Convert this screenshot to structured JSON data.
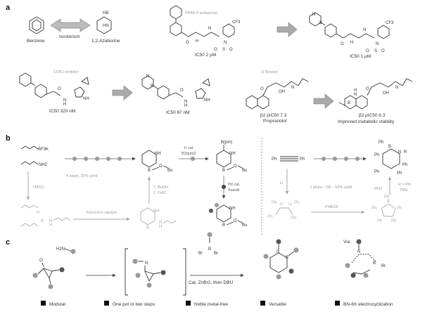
{
  "panels": {
    "a": "a",
    "b": "b",
    "c": "c"
  },
  "panel_a": {
    "benzene": "Benzene",
    "isosterism": "Isosterism",
    "azaborine": "1,2-Azaborine",
    "ppar_title": "PPAR δ antagonist",
    "ppar_ic50_1": "IC50 2 µM",
    "ppar_ic50_2": "IC50 1 µM",
    "cf3_1": "CF3",
    "cf3_2": "CF3",
    "cdk2_title": "CDK2 inhibitor",
    "cdk2_ic50_1": "IC50 320 nM",
    "cdk2_ic50_2": "IC50 87 nM",
    "beta_title": "β Blocker",
    "beta_pic_1": "β2 pIC50 7.3",
    "propranolol": "Propranolol",
    "beta_pic_2": "β2 pIC50 6.3",
    "improved": "Improved metabolic stability"
  },
  "panel_b": {
    "bf3k": "BF3K",
    "nh2": "NH2",
    "tmscl": "TMSCl",
    "steps_4": "4 steps, 25% yield",
    "buoh": "1. BuOH",
    "pdc": "2. Pd/C",
    "schrock": "Schrock's catalyst",
    "ir_cat": "Ir cat.",
    "b2pin2": "B2(pin)2",
    "bpin": "B(pin)",
    "pd_cat": "Pd cat.",
    "suzuki": "Suzuki",
    "bu": "Bu",
    "ph_left": "Ph",
    "ph_right": "Ph",
    "li": "Li",
    "steps_3": "3 steps, ~38 – 53% yield",
    "phbcl2": "PhBCl2",
    "rn3": "RN3",
    "r_def": "R = Ph/",
    "tms": "TMS"
  },
  "panel_c": {
    "h2n": "H2N",
    "cat": "Cat. ZnBr2, then DBU",
    "via": "Via",
    "legend": [
      "Modular",
      "One pot or two steps",
      "Noble metal-free",
      "Versatile",
      "BN-6π electrocyclization"
    ]
  }
}
